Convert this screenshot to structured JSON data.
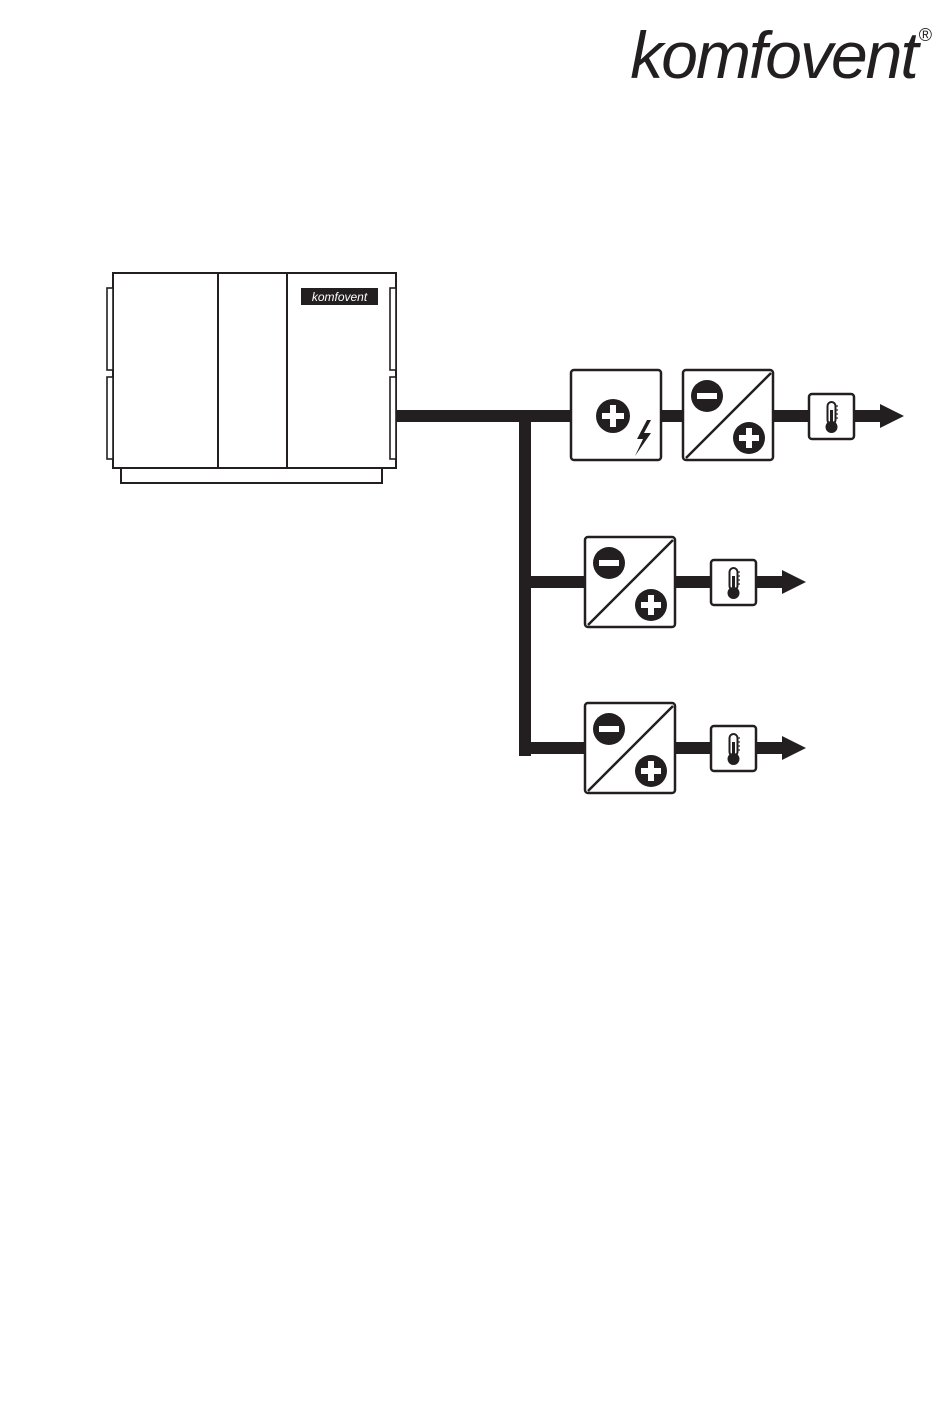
{
  "brand": {
    "name": "komfovent",
    "trademark": "®"
  },
  "unit": {
    "badge": "komfovent"
  },
  "colors": {
    "ink": "#231f20",
    "paper": "#ffffff"
  },
  "icons": [
    "electric-heater-icon",
    "heat-exchanger-icon",
    "thermometer-icon",
    "arrow-icon"
  ],
  "branches": [
    {
      "components": [
        "electric-heater",
        "heater-cooler",
        "temperature-sensor"
      ]
    },
    {
      "components": [
        "heater-cooler",
        "temperature-sensor"
      ]
    },
    {
      "components": [
        "heater-cooler",
        "temperature-sensor"
      ]
    }
  ]
}
